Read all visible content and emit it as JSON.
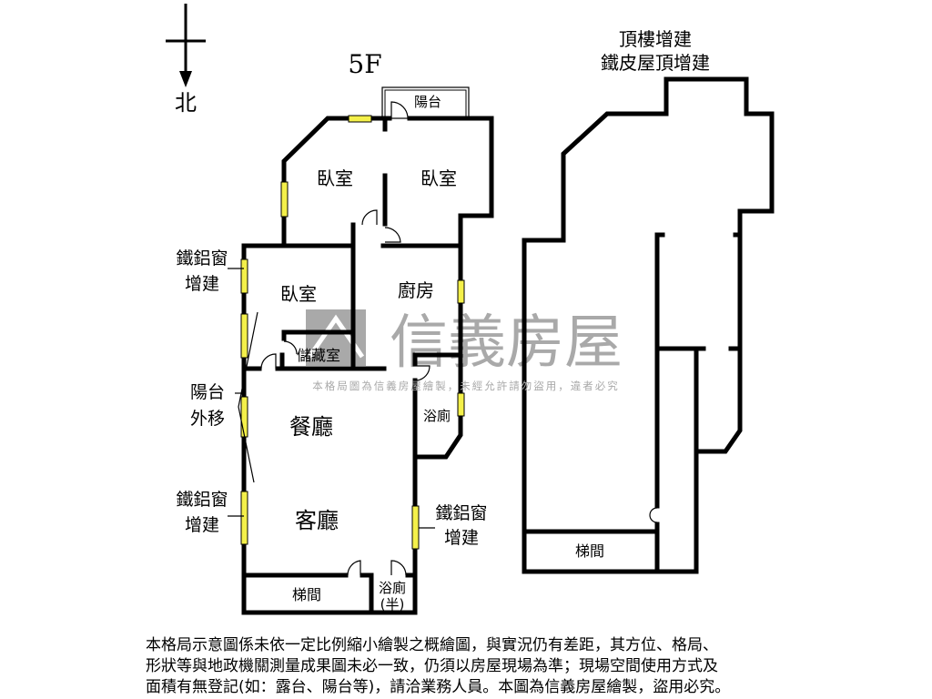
{
  "compass": {
    "north_label": "北"
  },
  "floor_label": "5F",
  "rooftop": {
    "title_line1": "頂樓增建",
    "title_line2": "鐵皮屋頂增建",
    "stair_label": "梯間"
  },
  "rooms": {
    "balcony": "陽台",
    "bedroom_nw": "臥室",
    "bedroom_ne": "臥室",
    "bedroom_w": "臥室",
    "kitchen": "廚房",
    "storage": "儲藏室",
    "dining": "餐廳",
    "living": "客廳",
    "bathroom": "浴廁",
    "stairwell": "梯間",
    "half_bath_line1": "浴廁",
    "half_bath_line2": "(半)"
  },
  "annotations": {
    "window_left_top": [
      "鐵鋁窗",
      "增建"
    ],
    "balcony_moved": [
      "陽台",
      "外移"
    ],
    "window_left_bottom": [
      "鐵鋁窗",
      "增建"
    ],
    "window_right": [
      "鐵鋁窗",
      "增建"
    ]
  },
  "watermark": {
    "brand": "信義房屋",
    "notice": "本格局圖為信義房屋繪製，未經允許請勿盜用，違者必究"
  },
  "disclaimer": [
    "本格局示意圖係未依一定比例縮小繪製之概繪圖，與實況仍有差距，其方位、格局、",
    "形狀等與地政機關測量成果圖未必一致，仍須以房屋現場為準；現場空間使用方式及",
    "面積有無登記(如：露台、陽台等)，請洽業務人員。本圖為信義房屋繪製，盜用必究。"
  ],
  "colors": {
    "wall": "#000000",
    "window": "#f4f04a",
    "watermark": "#a9a9a9"
  }
}
